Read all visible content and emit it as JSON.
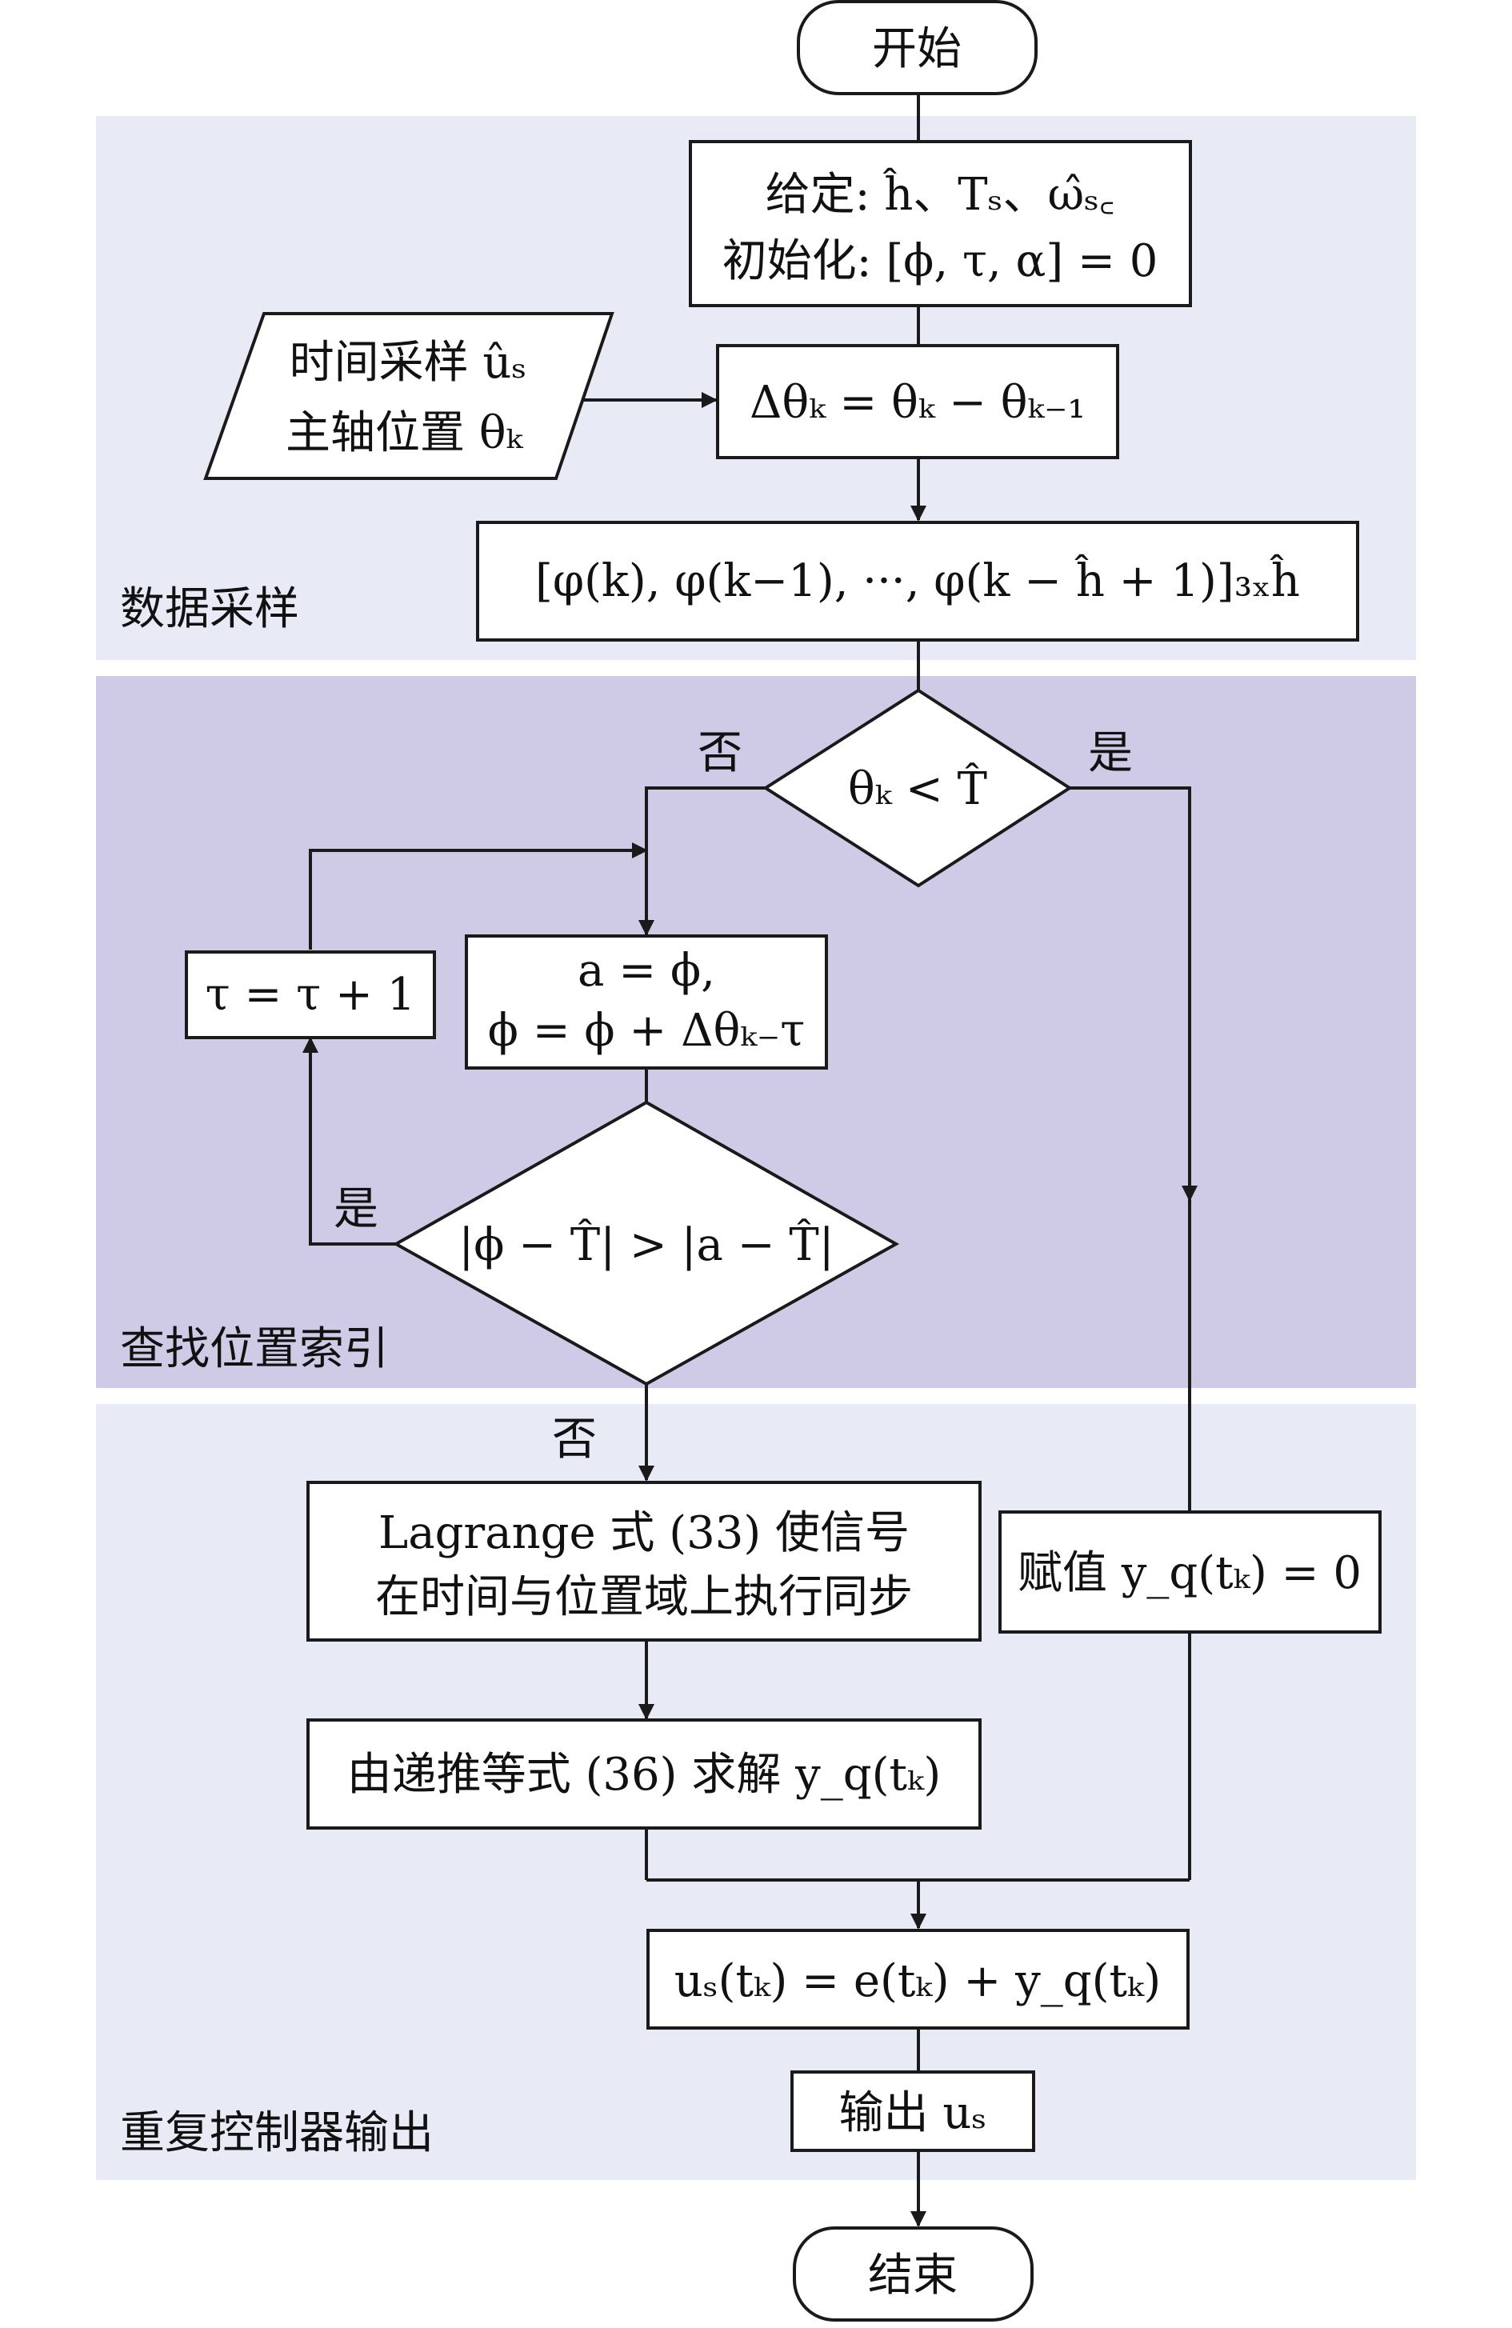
{
  "colors": {
    "region_light": "#e8ebf6",
    "region_dark": "#cfcae6",
    "box_fill": "#ffffff",
    "stroke": "#1a1a1a"
  },
  "regions": {
    "data_sampling": "数据采样",
    "find_index": "查找位置索引",
    "rc_output": "重复控制器输出"
  },
  "nodes": {
    "start": "开始",
    "init_line1": "给定: ĥ、Tₛ、ω̂ₛ꜀",
    "init_line2": "初始化: [ϕ, τ, α] = 0",
    "input_line1": "时间采样  ûₛ",
    "input_line2": "主轴位置  θₖ",
    "delta": "Δθₖ = θₖ − θₖ₋₁",
    "matrix": "[φ(k), φ(k−1), ···, φ(k − ĥ + 1)]₃ₓĥ",
    "decision1": "θₖ < T̂",
    "assign_line1": "a = ϕ,",
    "assign_line2": "ϕ = ϕ + Δθₖ₋τ",
    "tau": "τ = τ + 1",
    "decision2": "|ϕ − T̂| > |a − T̂|",
    "lagrange_line1": "Lagrange 式 (33) 使信号",
    "lagrange_line2": "在时间与位置域上执行同步",
    "assign_zero": "赋值  y_q(tₖ) = 0",
    "solve": "由递推等式 (36) 求解  y_q(tₖ)",
    "output_eq": "uₛ(tₖ) = e(tₖ) + y_q(tₖ)",
    "output": "输出  uₛ",
    "end": "结束"
  },
  "edge_labels": {
    "no_1": "否",
    "yes_1": "是",
    "yes_2": "是",
    "no_2": "否"
  }
}
